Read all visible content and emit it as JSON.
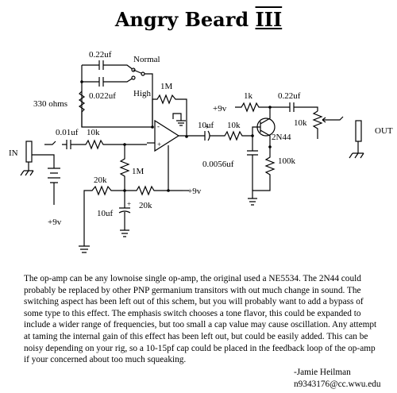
{
  "title": "Angry Beard",
  "title_numeral": "III",
  "labels": {
    "cap_top": "0.22uf",
    "normal": "Normal",
    "cap_mid": "0.022uf",
    "high": "High",
    "r_330": "330 ohms",
    "r_1m_fb": "1M",
    "r_1k": "1k",
    "plus9v_a": "+9v",
    "cap_out": "0.22uf",
    "cap_10uf": "10uf",
    "r_10k_b": "10k",
    "pot_10k": "10k",
    "out": "OUT",
    "transistor": "2N44",
    "cap_in": "0.01uf",
    "r_10k_in": "10k",
    "in": "IN",
    "cap_0056": "0.0056uf",
    "r_100k": "100k",
    "r_1m_bias": "1M",
    "r_20k_l": "20k",
    "plus9v_b": "+9v",
    "cap_10uf_bias": "10uf",
    "r_20k_r": "20k",
    "plus9v_batt": "+9v",
    "plus_in": "+",
    "minus_in": "-",
    "plus_cap1": "+",
    "plus_cap2": "+"
  },
  "description_lines": [
    "The op-amp can be any lownoise single op-amp, the original used a NE5534.  The 2N44 could",
    "probably be replaced by other PNP germanium transitors with out much change in sound.  The",
    "switching aspect has been left out of this schem, but you will probably want to add a bypass of",
    "some type to this effect.  The emphasis switch chooses a tone flavor, this could be expanded to",
    "include a wider range of frequencies, but too small a cap value may cause oscillation.  Any attempt",
    "at taming the internal gain of this effect has been left out, but could be easily added.  This can be",
    "noisy depending on your rig, so a 10-15pf cap could be placed in the feedback loop of the op-amp",
    "if your concerned about too much squeaking."
  ],
  "signature": {
    "name": "-Jamie Heilman",
    "email": "n9343176@cc.wwu.edu"
  }
}
